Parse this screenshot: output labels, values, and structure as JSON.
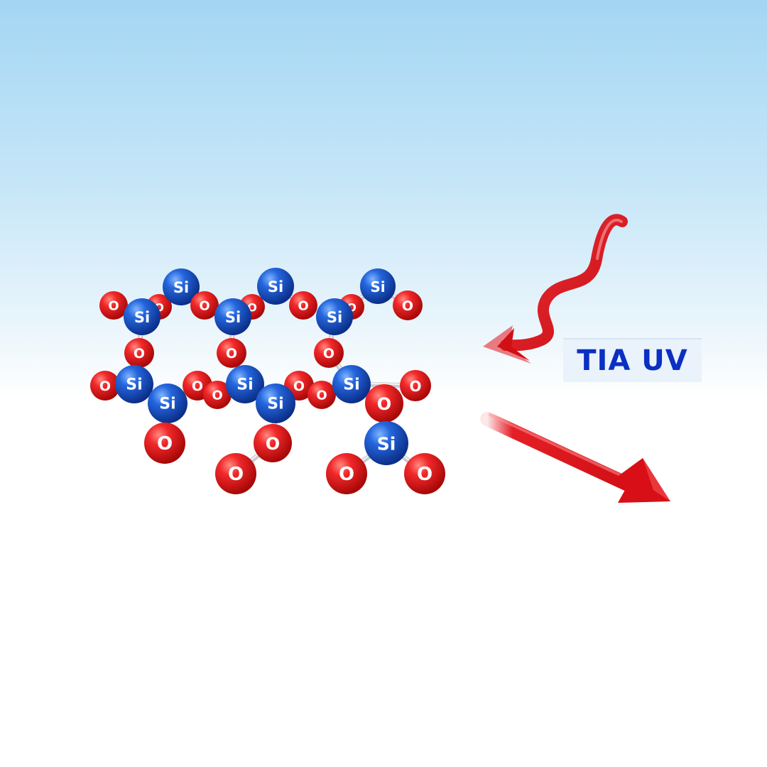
{
  "diagram": {
    "label": "TIA UV",
    "atom_symbols": {
      "silicon": "Si",
      "oxygen": "O"
    },
    "colors": {
      "silicon": "#1f5fd6",
      "oxygen": "#e01818",
      "arrow": "#e3131b",
      "label_text": "#0a2fc4",
      "bond": "#c9ccd2"
    }
  }
}
